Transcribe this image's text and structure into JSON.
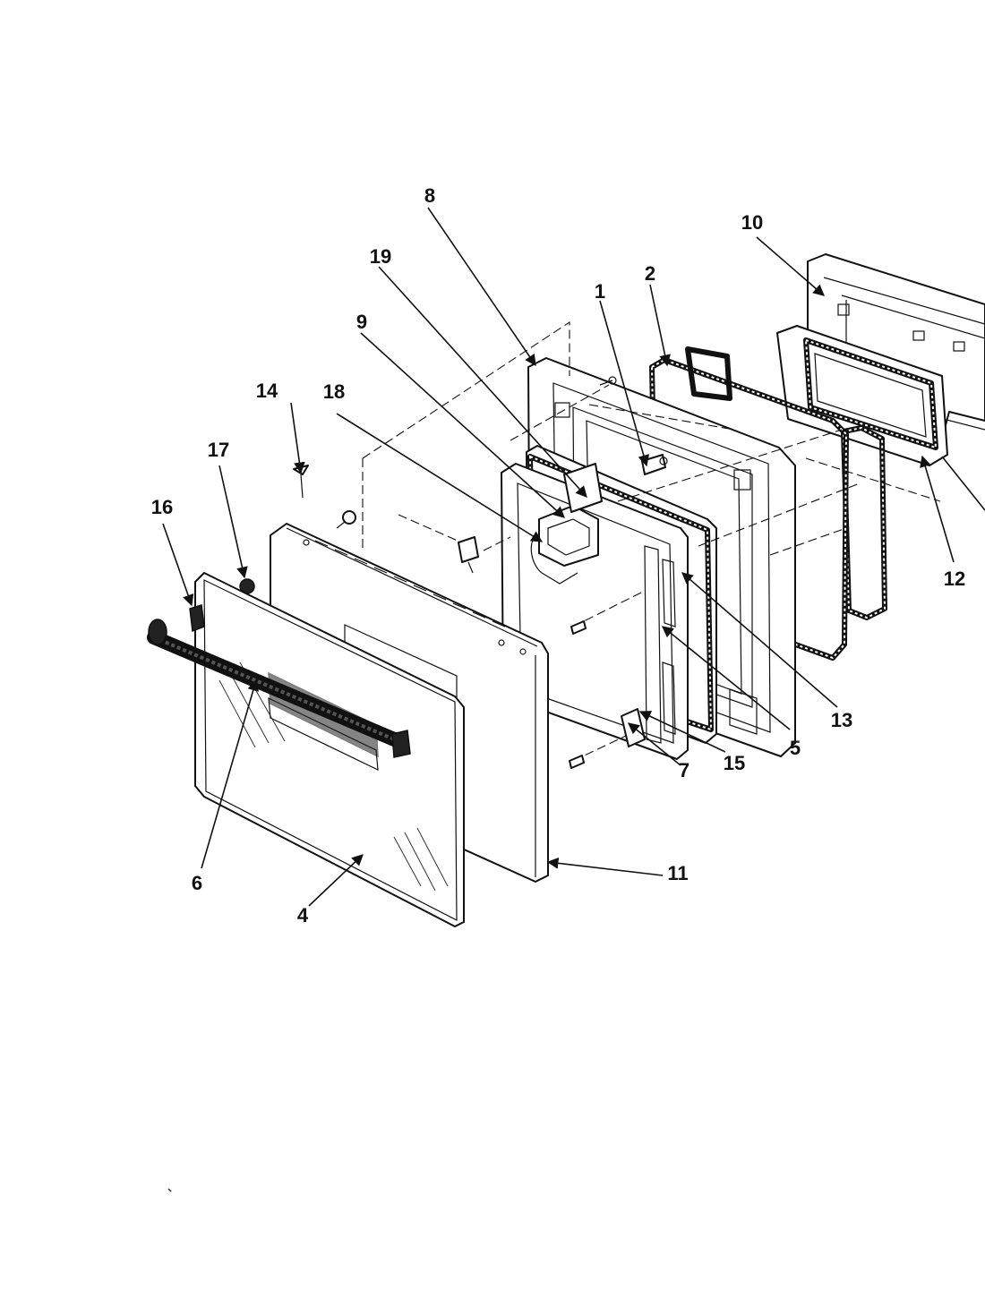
{
  "diagram": {
    "callouts": {
      "c1": "1",
      "c2": "2",
      "c4": "4",
      "c5": "5",
      "c6": "6",
      "c7": "7",
      "c8": "8",
      "c9": "9",
      "c10": "10",
      "c11": "11",
      "c12": "12",
      "c13": "13",
      "c14": "14",
      "c15": "15",
      "c16": "16",
      "c17": "17",
      "c18": "18",
      "c19": "19"
    }
  }
}
